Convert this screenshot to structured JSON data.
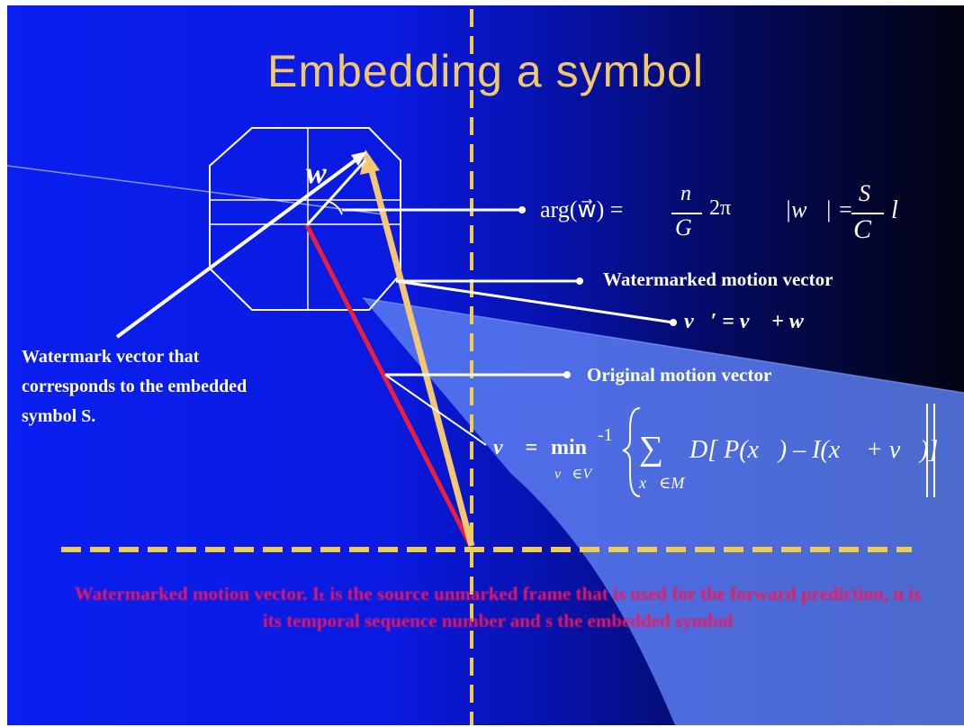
{
  "title": "Embedding  a symbol",
  "labels": {
    "watermark_vector": [
      "Watermark vector that",
      "corresponds to the embedded",
      "symbol S."
    ],
    "watermarked_motion_vector": "Watermarked  motion vector",
    "original_motion_vector": "Original motion vector"
  },
  "formulas": {
    "arg_lhs": "arg(w⃗) =",
    "arg_num": "n",
    "arg_den": "G",
    "arg_tail": "2π",
    "mag_lhs": "|w⃗| =",
    "mag_num": "S",
    "mag_den": "C",
    "mag_tail": "l",
    "w_symbol": "w⃗",
    "vprime": "v⃗′ = v⃗ + w⃗",
    "v_lhs": "v⃗ =",
    "v_min": "min",
    "v_exp": "-1",
    "v_under": "v⃗∈V",
    "sigma": "∑",
    "sigma_under": "x⃗∈M",
    "v_body": "D[ P(x⃗) – I(x⃗ + v⃗)]"
  },
  "caption": "Watermarked motion vector. Iₜ is the source unmarked frame that is used for the forward prediction, n is its temporal sequence number and s the embedded symbol",
  "colors": {
    "title": "#f2c96a",
    "yellow_arrow": "#f5c770",
    "red_arrow": "#e8203c",
    "dash": "#f2cc4a",
    "caption": "#e81a64",
    "beam": "#5a7cf0"
  }
}
